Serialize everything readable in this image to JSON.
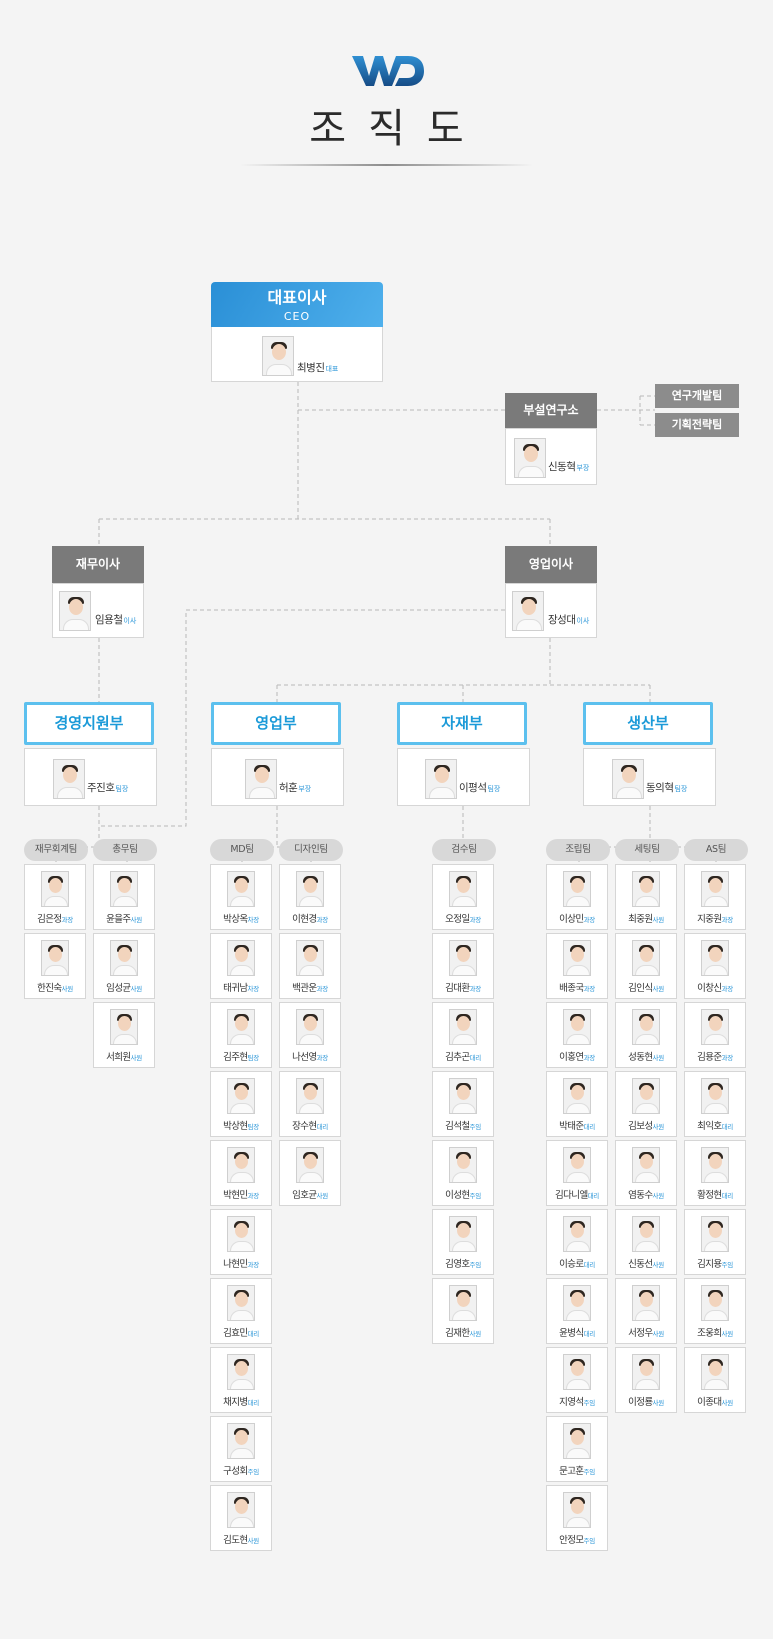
{
  "logo": {
    "text": "WD",
    "color": "#1b6fb0"
  },
  "title": "조직도",
  "colors": {
    "accent": "#1b9ad8",
    "gray_header": "#7a7a7a",
    "ceo_gradient": [
      "#2a8fd6",
      "#4fb0ec"
    ],
    "rank": "#2a96d8"
  },
  "ceo": {
    "title": "대표이사",
    "subtitle": "CEO",
    "name": "최병진",
    "rank": "대표"
  },
  "rnd": {
    "title": "부설연구소",
    "name": "신동혁",
    "rank": "부장",
    "teams": [
      "연구개발팀",
      "기획전략팀"
    ]
  },
  "finance_director": {
    "title": "재무이사",
    "name": "임용철",
    "rank": "이사"
  },
  "sales_director": {
    "title": "영업이사",
    "name": "장성대",
    "rank": "이사"
  },
  "departments": [
    {
      "title": "경영지원부",
      "name": "주진호",
      "rank": "팀장"
    },
    {
      "title": "영업부",
      "name": "허훈",
      "rank": "부장"
    },
    {
      "title": "자재부",
      "name": "이평석",
      "rank": "팀장"
    },
    {
      "title": "생산부",
      "name": "동의혁",
      "rank": "팀장"
    }
  ],
  "teams": [
    {
      "name": "재무회계팀",
      "members": [
        {
          "name": "김은정",
          "rank": "과장"
        },
        {
          "name": "한진숙",
          "rank": "사원"
        }
      ]
    },
    {
      "name": "총무팀",
      "members": [
        {
          "name": "윤을주",
          "rank": "사원"
        },
        {
          "name": "임성균",
          "rank": "사원"
        },
        {
          "name": "서희원",
          "rank": "사원"
        }
      ]
    },
    {
      "name": "MD팀",
      "members": [
        {
          "name": "박상옥",
          "rank": "차장"
        },
        {
          "name": "태귀남",
          "rank": "차장"
        },
        {
          "name": "김주현",
          "rank": "팀장"
        },
        {
          "name": "박상현",
          "rank": "팀장"
        },
        {
          "name": "박현민",
          "rank": "과장"
        },
        {
          "name": "나현민",
          "rank": "과장"
        },
        {
          "name": "김효민",
          "rank": "대리"
        },
        {
          "name": "채지병",
          "rank": "대리"
        },
        {
          "name": "구성회",
          "rank": "주임"
        },
        {
          "name": "김도현",
          "rank": "사원"
        }
      ]
    },
    {
      "name": "디자인팀",
      "members": [
        {
          "name": "이현경",
          "rank": "과장"
        },
        {
          "name": "백관운",
          "rank": "과장"
        },
        {
          "name": "나선영",
          "rank": "과장"
        },
        {
          "name": "장수현",
          "rank": "대리"
        },
        {
          "name": "임호균",
          "rank": "사원"
        }
      ]
    },
    {
      "name": "검수팀",
      "members": [
        {
          "name": "오정일",
          "rank": "과장"
        },
        {
          "name": "김대환",
          "rank": "과장"
        },
        {
          "name": "김추곤",
          "rank": "대리"
        },
        {
          "name": "김석철",
          "rank": "주임"
        },
        {
          "name": "이성현",
          "rank": "주임"
        },
        {
          "name": "김영호",
          "rank": "주임"
        },
        {
          "name": "김재한",
          "rank": "사원"
        }
      ]
    },
    {
      "name": "조립팀",
      "members": [
        {
          "name": "이상민",
          "rank": "과장"
        },
        {
          "name": "배종국",
          "rank": "과장"
        },
        {
          "name": "이홍연",
          "rank": "과장"
        },
        {
          "name": "박태준",
          "rank": "대리"
        },
        {
          "name": "김다니엘",
          "rank": "대리"
        },
        {
          "name": "이승로",
          "rank": "대리"
        },
        {
          "name": "윤병식",
          "rank": "대리"
        },
        {
          "name": "지영석",
          "rank": "주임"
        },
        {
          "name": "문고훈",
          "rank": "주임"
        },
        {
          "name": "안정모",
          "rank": "주임"
        }
      ]
    },
    {
      "name": "세팅팀",
      "members": [
        {
          "name": "최중원",
          "rank": "사원"
        },
        {
          "name": "김인식",
          "rank": "사원"
        },
        {
          "name": "성동현",
          "rank": "사원"
        },
        {
          "name": "김보성",
          "rank": "사원"
        },
        {
          "name": "염동수",
          "rank": "사원"
        },
        {
          "name": "신동선",
          "rank": "사원"
        },
        {
          "name": "서정우",
          "rank": "사원"
        },
        {
          "name": "이정룡",
          "rank": "사원"
        }
      ]
    },
    {
      "name": "AS팀",
      "members": [
        {
          "name": "지중원",
          "rank": "과장"
        },
        {
          "name": "이창신",
          "rank": "과장"
        },
        {
          "name": "김용준",
          "rank": "과장"
        },
        {
          "name": "최익호",
          "rank": "대리"
        },
        {
          "name": "황정현",
          "rank": "대리"
        },
        {
          "name": "김지용",
          "rank": "주임"
        },
        {
          "name": "조웅희",
          "rank": "사원"
        },
        {
          "name": "이종대",
          "rank": "사원"
        }
      ]
    }
  ]
}
